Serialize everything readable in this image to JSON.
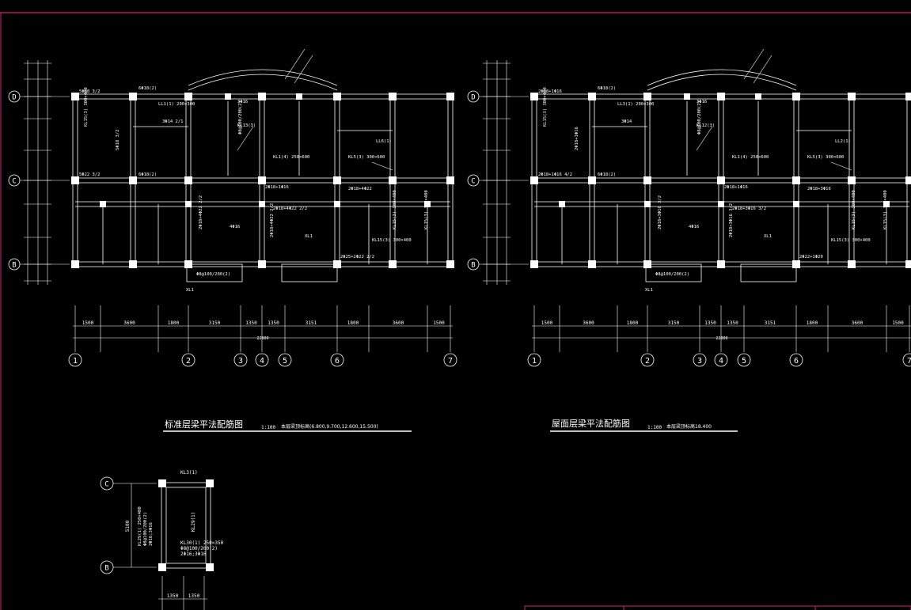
{
  "colors": {
    "background": "#000000",
    "lines": "#ffffff",
    "border": "#c8286e"
  },
  "plans": [
    {
      "title": "标准层梁平法配筋图",
      "scale": "1:100",
      "note": "本层梁顶标高(6.800,9.700,12.600,15.500)",
      "dims": [
        "1500",
        "3600",
        "1800",
        "3150",
        "1350",
        "1350",
        "3151",
        "1800",
        "3600",
        "1500"
      ],
      "total": "22800",
      "axes": [
        "1",
        "2",
        "3",
        "4",
        "5",
        "6",
        "7"
      ],
      "rows": [
        "D",
        "C",
        "B"
      ],
      "annotations": [
        "5Φ18 3/2",
        "6Φ18(2)",
        "3Φ16",
        "KL1(4) 250×600",
        "LL1(1) 200×300",
        "2Φ18+4Φ22 2/2",
        "KL5(3) 300×600",
        "2Φ25+2Φ22 2/2",
        "4Φ16",
        "XL1",
        "KL15(3) 300×400",
        "2Φ18+4Φ22",
        "3Φ14 2/1",
        "LL6(1)",
        "5Φ22 3/2",
        "Φ8@100/200(2)",
        "2Φ18+1Φ16",
        "6Φ18(2)",
        "KL13(3)",
        "XL1"
      ]
    },
    {
      "title": "屋面层梁平法配筋图",
      "scale": "1:100",
      "note": "本层梁顶标高18.400",
      "dims": [
        "1500",
        "3600",
        "1800",
        "3150",
        "1350",
        "1350",
        "3151",
        "1800",
        "3600",
        "1500"
      ],
      "total": "22800",
      "axes": [
        "1",
        "2",
        "3",
        "4",
        "5",
        "6",
        "7"
      ],
      "rows": [
        "D",
        "C",
        "B"
      ],
      "annotations": [
        "2Φ18+1Φ16",
        "6Φ18(2)",
        "3Φ16",
        "KL1(4) 250×600",
        "LL3(1) 200×300",
        "2Φ18+3Φ16 3/2",
        "KL5(3) 300×600",
        "2Φ22+1Φ20",
        "4Φ16",
        "XL1",
        "KL15(3) 300×400",
        "2Φ18+3Φ16",
        "3Φ14",
        "LL2(1)",
        "2Φ18+1Φ16 4/2",
        "Φ8@100/200(2)",
        "2Φ18+1Φ16",
        "6Φ18(2)",
        "KL12(3)",
        "XL1"
      ]
    }
  ],
  "detail": {
    "rows": [
      "C",
      "B"
    ],
    "labels": [
      "KL3(1)",
      "KL29(1)",
      "KL30(1) 250×350",
      "Φ8@100/200(2)",
      "2Φ16;3Φ16",
      "KL29(1) 250×400",
      "Φ8@100/200(2)",
      "2Φ16;3Φ16"
    ],
    "dim_vertical": "5100",
    "dims_bottom": [
      "1350",
      "1350"
    ]
  }
}
